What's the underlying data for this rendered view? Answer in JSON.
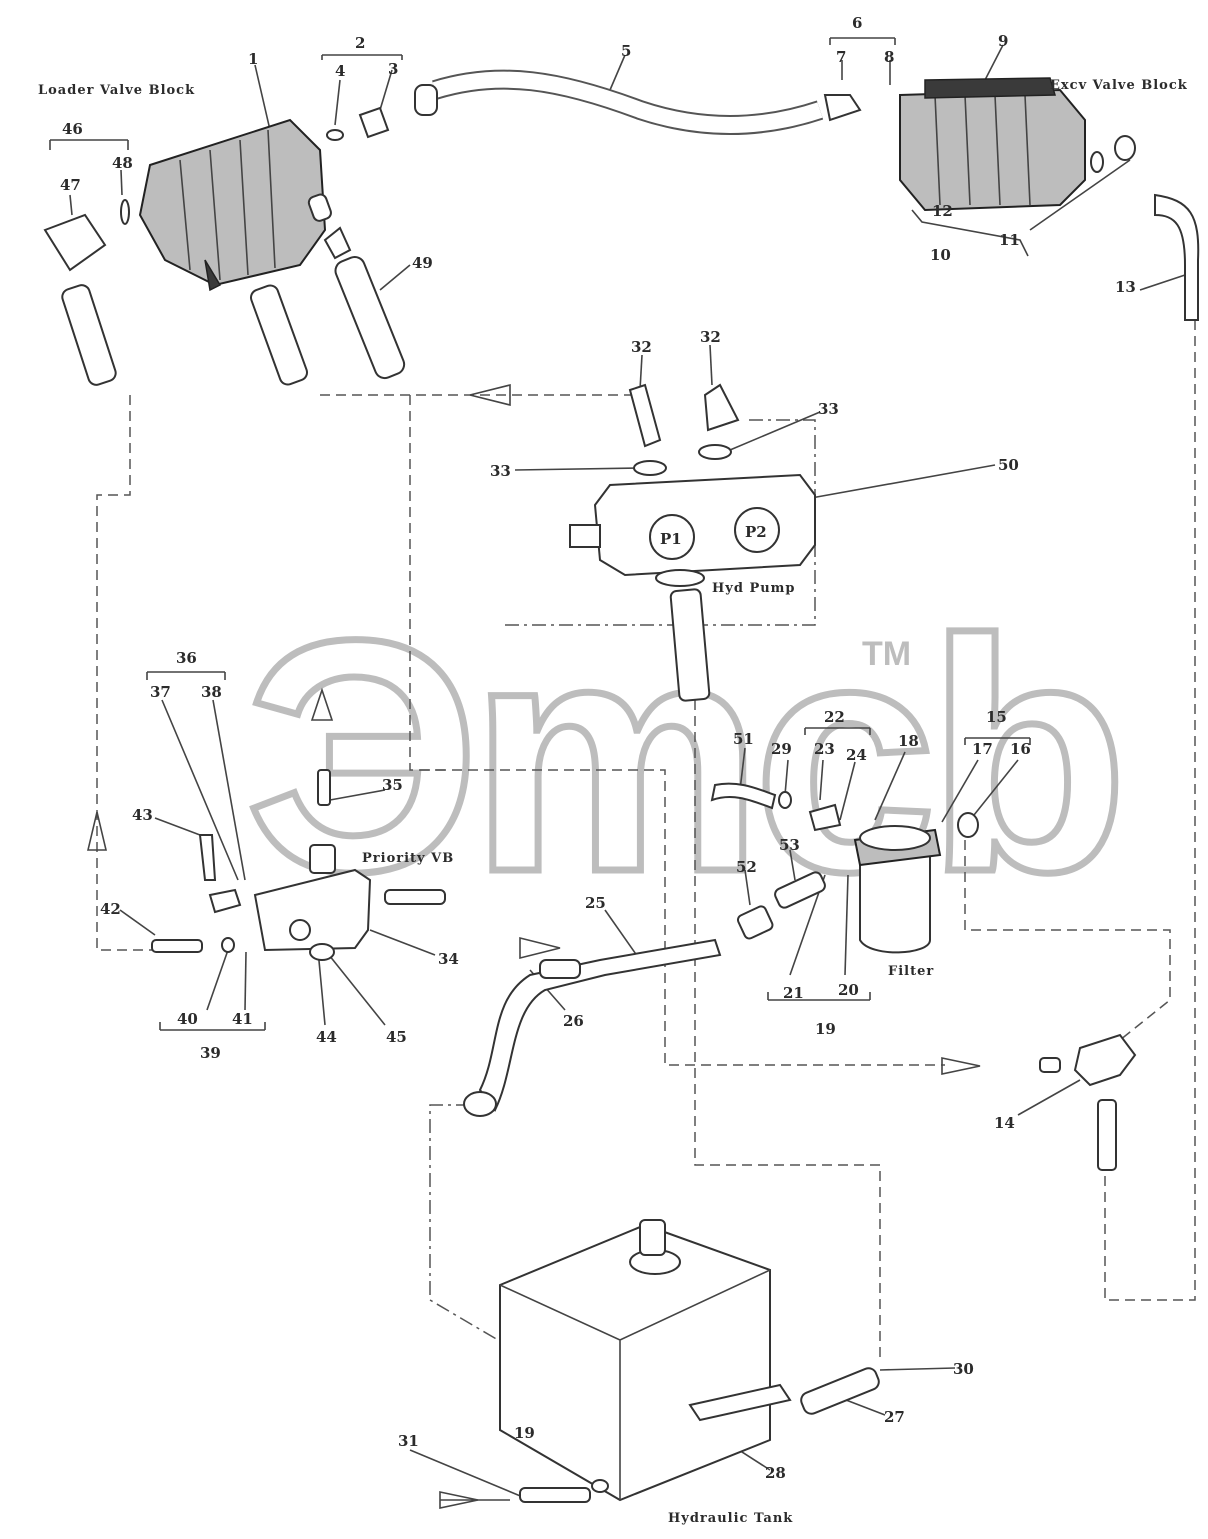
{
  "watermark": {
    "text": "Эmcb",
    "trademark": "TM"
  },
  "assembly_labels": {
    "loader_valve_block": "Loader Valve Block",
    "excv_valve_block": "Excv Valve Block",
    "hyd_pump": "Hyd Pump",
    "priority_vb": "Priority VB",
    "filter": "Filter",
    "hydraulic_tank": "Hydraulic Tank"
  },
  "pump_markings": {
    "p1": "P1",
    "p2": "P2"
  },
  "callouts": {
    "c1": "1",
    "c2": "2",
    "c3": "3",
    "c4": "4",
    "c5": "5",
    "c6": "6",
    "c7": "7",
    "c8": "8",
    "c9": "9",
    "c10": "10",
    "c11": "11",
    "c12": "12",
    "c13": "13",
    "c14": "14",
    "c15": "15",
    "c16": "16",
    "c17": "17",
    "c18": "18",
    "c19a": "19",
    "c19b": "19",
    "c20": "20",
    "c21": "21",
    "c22": "22",
    "c23": "23",
    "c24": "24",
    "c25": "25",
    "c26": "26",
    "c27": "27",
    "c28": "28",
    "c29": "29",
    "c30": "30",
    "c31": "31",
    "c32a": "32",
    "c32b": "32",
    "c33a": "33",
    "c33b": "33",
    "c34": "34",
    "c35": "35",
    "c36": "36",
    "c37": "37",
    "c38": "38",
    "c39": "39",
    "c40": "40",
    "c41": "41",
    "c42": "42",
    "c43": "43",
    "c44": "44",
    "c45": "45",
    "c46": "46",
    "c47": "47",
    "c48": "48",
    "c49": "49",
    "c50": "50",
    "c51": "51",
    "c52": "52",
    "c53": "53"
  },
  "colors": {
    "ink": "#2b2b2b",
    "watermark": "#bdbdbd",
    "background": "#ffffff"
  }
}
